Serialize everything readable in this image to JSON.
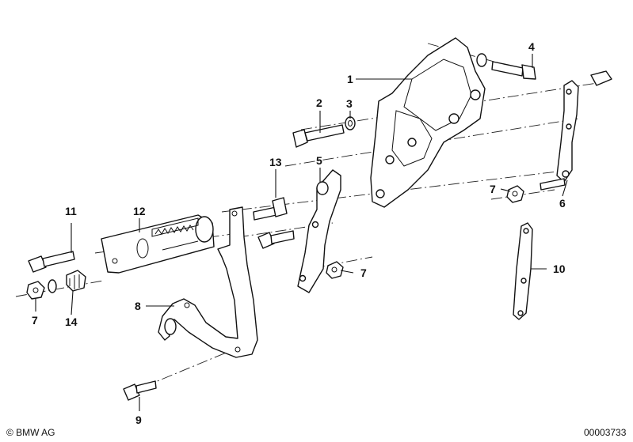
{
  "callouts": [
    "1",
    "2",
    "3",
    "4",
    "5",
    "6",
    "7",
    "7",
    "7",
    "8",
    "9",
    "10",
    "11",
    "12",
    "13",
    "14"
  ],
  "footer": {
    "copyright": "© BMW AG",
    "diagram_number": "00003733"
  }
}
